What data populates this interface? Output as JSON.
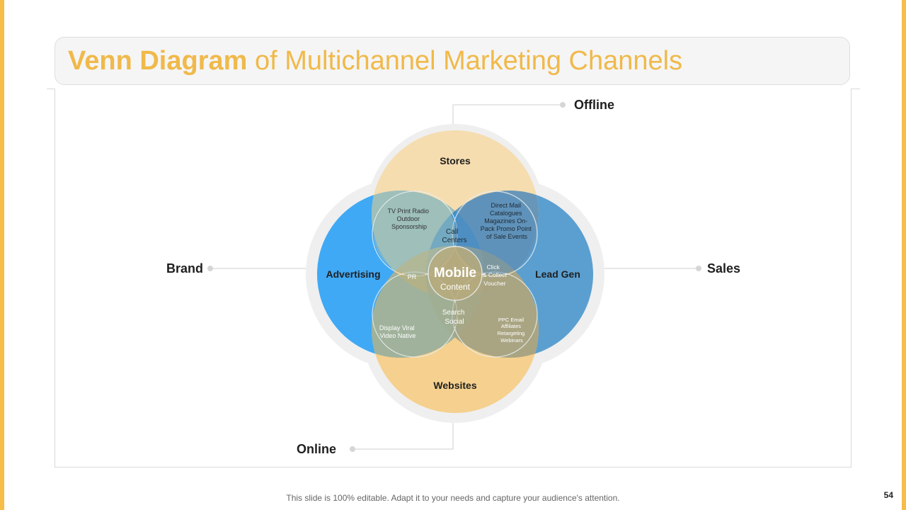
{
  "title": {
    "bold": "Venn Diagram",
    "light": " of Multichannel Marketing Channels"
  },
  "outer_labels": {
    "offline": "Offline",
    "brand": "Brand",
    "sales": "Sales",
    "online": "Online"
  },
  "circles": {
    "stores": "Stores",
    "advertising": "Advertising",
    "lead_gen": "Lead Gen",
    "websites": "Websites"
  },
  "center": {
    "title": "Mobile",
    "subtitle": "Content"
  },
  "lens": {
    "tv_print": [
      "TV Print Radio",
      "Outdoor",
      "Sponsorship"
    ],
    "direct_mail": [
      "Direct Mail",
      "Catalogues",
      "Magazines  On-",
      "Pack Promo Point",
      "of Sale Events"
    ],
    "call_centers": [
      "Call",
      "Centers"
    ],
    "pr": "PR",
    "click_collect": [
      "Click",
      "& Collect",
      "Voucher"
    ],
    "search_social": [
      "Search",
      "Social"
    ],
    "display_viral": [
      "Display Viral",
      "Video Native"
    ],
    "ppc": [
      "PPC Email",
      "Affiliates",
      "Retargeting",
      "Webinars"
    ]
  },
  "colors": {
    "accent": "#F6BD48",
    "title": "#F0B94A",
    "stores": "#F5DDB0",
    "advertising": "#3FA9F5",
    "lead_gen": "#5B9FD0",
    "websites": "#F5D08E"
  },
  "footer": "This slide is 100% editable. Adapt it to your needs and capture your audience's attention.",
  "page_number": "54"
}
